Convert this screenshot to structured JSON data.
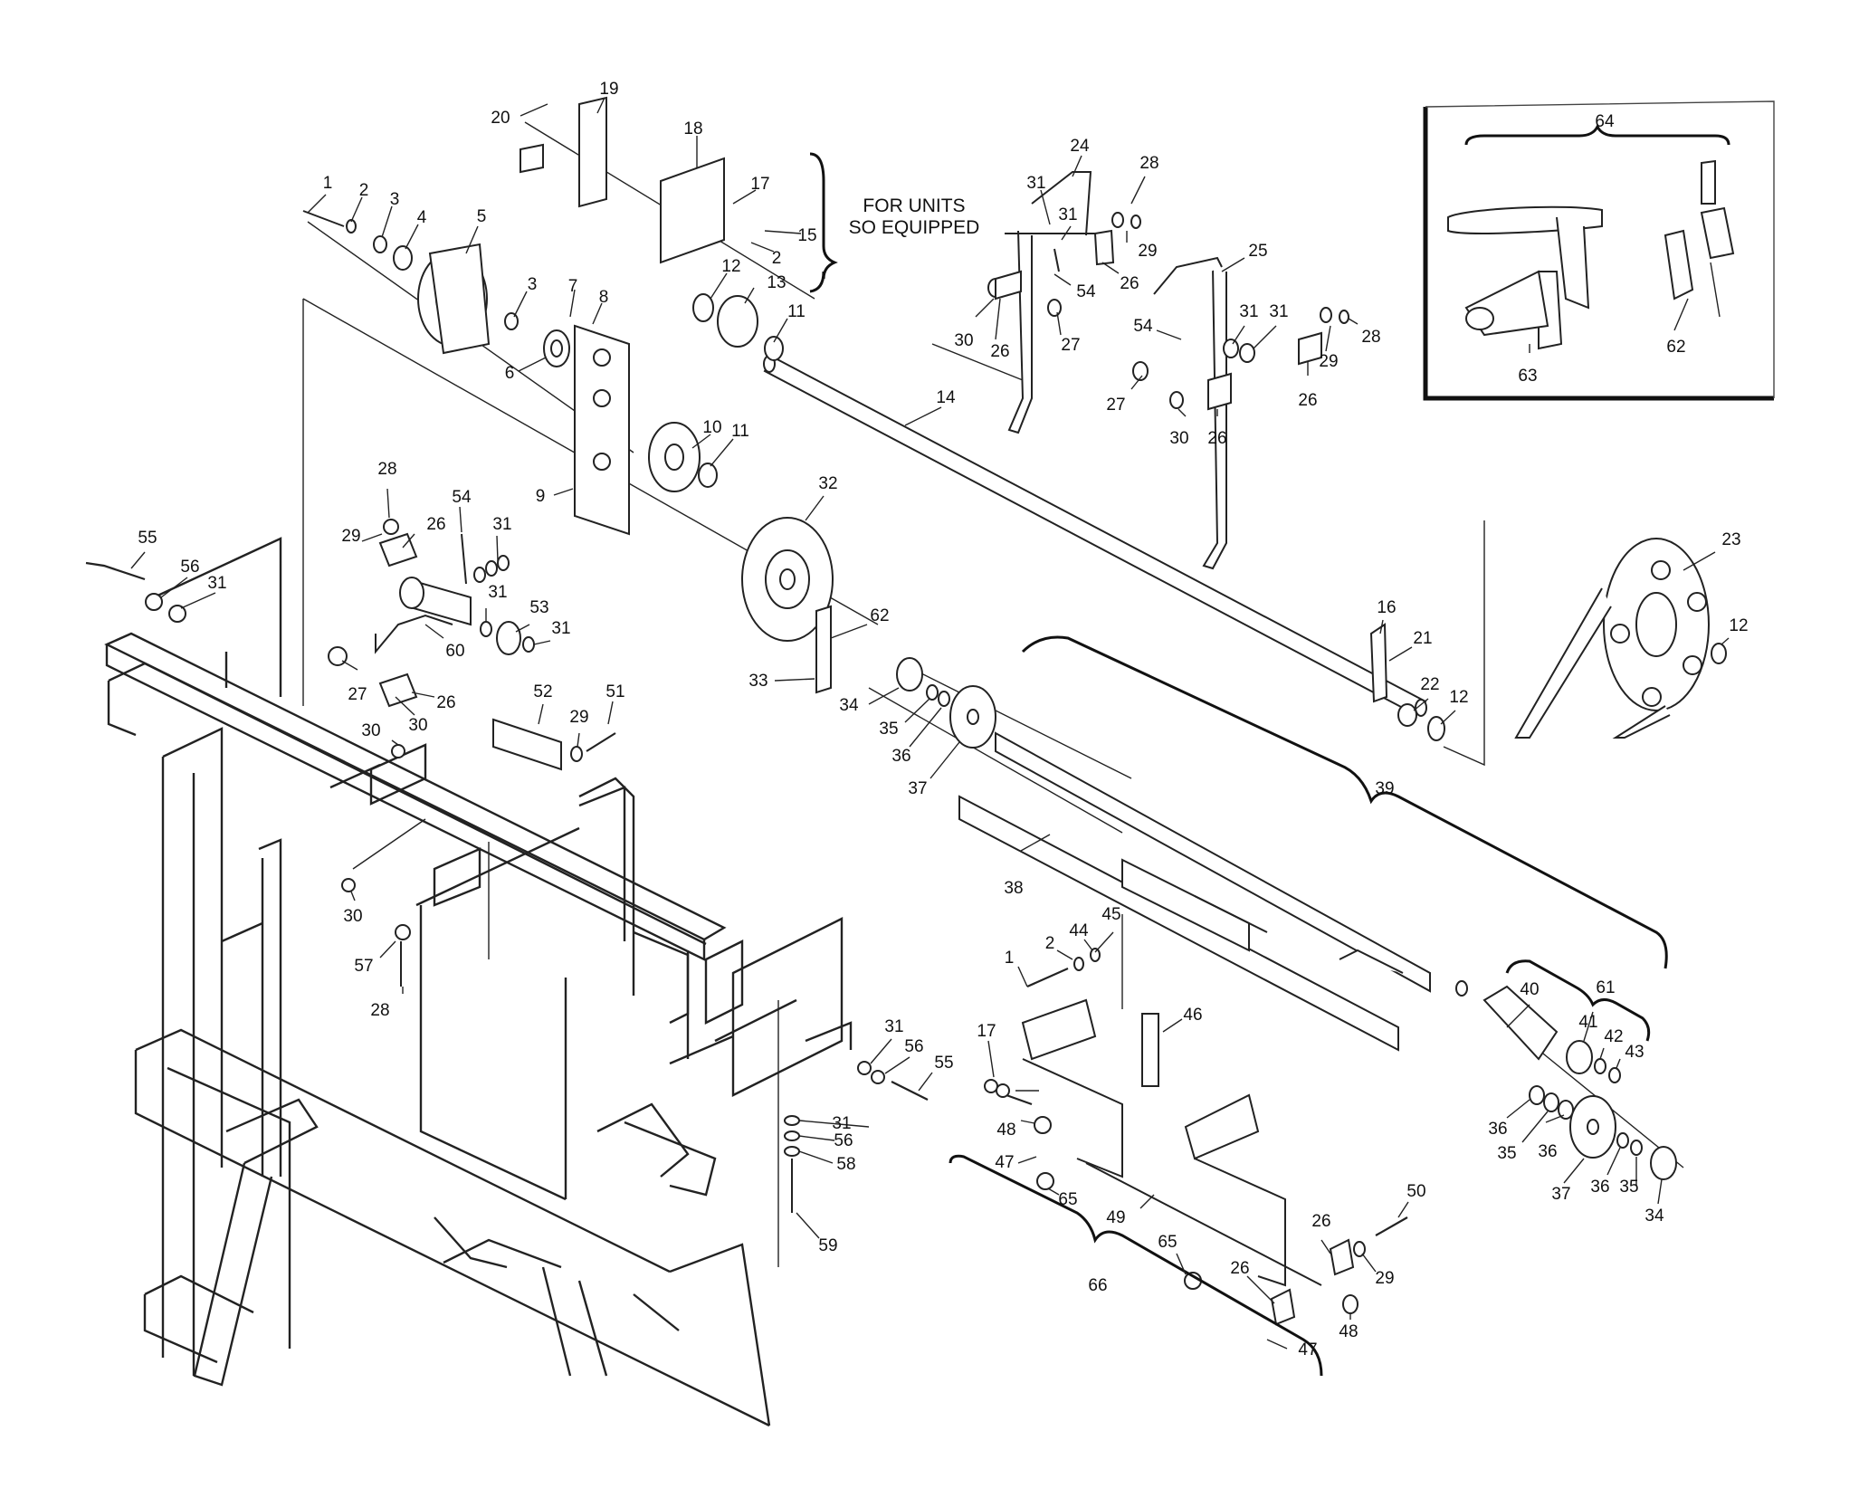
{
  "note": {
    "line1": "FOR UNITS",
    "line2": "SO EQUIPPED"
  },
  "callouts": [
    {
      "id": "c1a",
      "text": "1"
    },
    {
      "id": "c2a",
      "text": "2"
    },
    {
      "id": "c3a",
      "text": "3"
    },
    {
      "id": "c4",
      "text": "4"
    },
    {
      "id": "c5",
      "text": "5"
    },
    {
      "id": "c3b",
      "text": "3"
    },
    {
      "id": "c6",
      "text": "6"
    },
    {
      "id": "c7",
      "text": "7"
    },
    {
      "id": "c8",
      "text": "8"
    },
    {
      "id": "c9",
      "text": "9"
    },
    {
      "id": "c10",
      "text": "10"
    },
    {
      "id": "c11a",
      "text": "11"
    },
    {
      "id": "c11b",
      "text": "11"
    },
    {
      "id": "c12a",
      "text": "12"
    },
    {
      "id": "c13",
      "text": "13"
    },
    {
      "id": "c14",
      "text": "14"
    },
    {
      "id": "c15",
      "text": "15"
    },
    {
      "id": "c2b",
      "text": "2"
    },
    {
      "id": "c17a",
      "text": "17"
    },
    {
      "id": "c18",
      "text": "18"
    },
    {
      "id": "c19",
      "text": "19"
    },
    {
      "id": "c20",
      "text": "20"
    },
    {
      "id": "c24",
      "text": "24"
    },
    {
      "id": "c28a",
      "text": "28"
    },
    {
      "id": "c31a",
      "text": "31"
    },
    {
      "id": "c31b",
      "text": "31"
    },
    {
      "id": "c29a",
      "text": "29"
    },
    {
      "id": "c26a",
      "text": "26"
    },
    {
      "id": "c54a",
      "text": "54"
    },
    {
      "id": "c30a",
      "text": "30"
    },
    {
      "id": "c26b",
      "text": "26"
    },
    {
      "id": "c27a",
      "text": "27"
    },
    {
      "id": "c25",
      "text": "25"
    },
    {
      "id": "c54b",
      "text": "54"
    },
    {
      "id": "c31c",
      "text": "31"
    },
    {
      "id": "c31d",
      "text": "31"
    },
    {
      "id": "c28b",
      "text": "28"
    },
    {
      "id": "c29b",
      "text": "29"
    },
    {
      "id": "c26c",
      "text": "26"
    },
    {
      "id": "c27b",
      "text": "27"
    },
    {
      "id": "c30b",
      "text": "30"
    },
    {
      "id": "c26d",
      "text": "26"
    },
    {
      "id": "c64",
      "text": "64"
    },
    {
      "id": "c62a",
      "text": "62"
    },
    {
      "id": "c63",
      "text": "63"
    },
    {
      "id": "c28c",
      "text": "28"
    },
    {
      "id": "c54c",
      "text": "54"
    },
    {
      "id": "c29c",
      "text": "29"
    },
    {
      "id": "c26e",
      "text": "26"
    },
    {
      "id": "c31e",
      "text": "31"
    },
    {
      "id": "c55a",
      "text": "55"
    },
    {
      "id": "c56a",
      "text": "56"
    },
    {
      "id": "c31f",
      "text": "31"
    },
    {
      "id": "c31g",
      "text": "31"
    },
    {
      "id": "c53",
      "text": "53"
    },
    {
      "id": "c31h",
      "text": "31"
    },
    {
      "id": "c60",
      "text": "60"
    },
    {
      "id": "c27c",
      "text": "27"
    },
    {
      "id": "c26f",
      "text": "26"
    },
    {
      "id": "c30c",
      "text": "30"
    },
    {
      "id": "c30d",
      "text": "30"
    },
    {
      "id": "c52",
      "text": "52"
    },
    {
      "id": "c29d",
      "text": "29"
    },
    {
      "id": "c51",
      "text": "51"
    },
    {
      "id": "c30e",
      "text": "30"
    },
    {
      "id": "c57",
      "text": "57"
    },
    {
      "id": "c28d",
      "text": "28"
    },
    {
      "id": "c32",
      "text": "32"
    },
    {
      "id": "c62b",
      "text": "62"
    },
    {
      "id": "c33",
      "text": "33"
    },
    {
      "id": "c34a",
      "text": "34"
    },
    {
      "id": "c35a",
      "text": "35"
    },
    {
      "id": "c36a",
      "text": "36"
    },
    {
      "id": "c37a",
      "text": "37"
    },
    {
      "id": "c16",
      "text": "16"
    },
    {
      "id": "c21",
      "text": "21"
    },
    {
      "id": "c22",
      "text": "22"
    },
    {
      "id": "c12b",
      "text": "12"
    },
    {
      "id": "c23",
      "text": "23"
    },
    {
      "id": "c12c",
      "text": "12"
    },
    {
      "id": "c39",
      "text": "39"
    },
    {
      "id": "c38",
      "text": "38"
    },
    {
      "id": "c1b",
      "text": "1"
    },
    {
      "id": "c2c",
      "text": "2"
    },
    {
      "id": "c44",
      "text": "44"
    },
    {
      "id": "c45",
      "text": "45"
    },
    {
      "id": "c46",
      "text": "46"
    },
    {
      "id": "c40",
      "text": "40"
    },
    {
      "id": "c61",
      "text": "61"
    },
    {
      "id": "c41",
      "text": "41"
    },
    {
      "id": "c42",
      "text": "42"
    },
    {
      "id": "c43",
      "text": "43"
    },
    {
      "id": "c36b",
      "text": "36"
    },
    {
      "id": "c35b",
      "text": "35"
    },
    {
      "id": "c36c",
      "text": "36"
    },
    {
      "id": "c37b",
      "text": "37"
    },
    {
      "id": "c36d",
      "text": "36"
    },
    {
      "id": "c35c",
      "text": "35"
    },
    {
      "id": "c34b",
      "text": "34"
    },
    {
      "id": "c17b",
      "text": "17"
    },
    {
      "id": "c48a",
      "text": "48"
    },
    {
      "id": "c47a",
      "text": "47"
    },
    {
      "id": "c65a",
      "text": "65"
    },
    {
      "id": "c49",
      "text": "49"
    },
    {
      "id": "c66",
      "text": "66"
    },
    {
      "id": "c65b",
      "text": "65"
    },
    {
      "id": "c26g",
      "text": "26"
    },
    {
      "id": "c26h",
      "text": "26"
    },
    {
      "id": "c50",
      "text": "50"
    },
    {
      "id": "c29e",
      "text": "29"
    },
    {
      "id": "c48b",
      "text": "48"
    },
    {
      "id": "c47b",
      "text": "47"
    },
    {
      "id": "c31i",
      "text": "31"
    },
    {
      "id": "c56b",
      "text": "56"
    },
    {
      "id": "c55b",
      "text": "55"
    },
    {
      "id": "c31j",
      "text": "31"
    },
    {
      "id": "c56c",
      "text": "56"
    },
    {
      "id": "c58",
      "text": "58"
    },
    {
      "id": "c59",
      "text": "59"
    }
  ]
}
